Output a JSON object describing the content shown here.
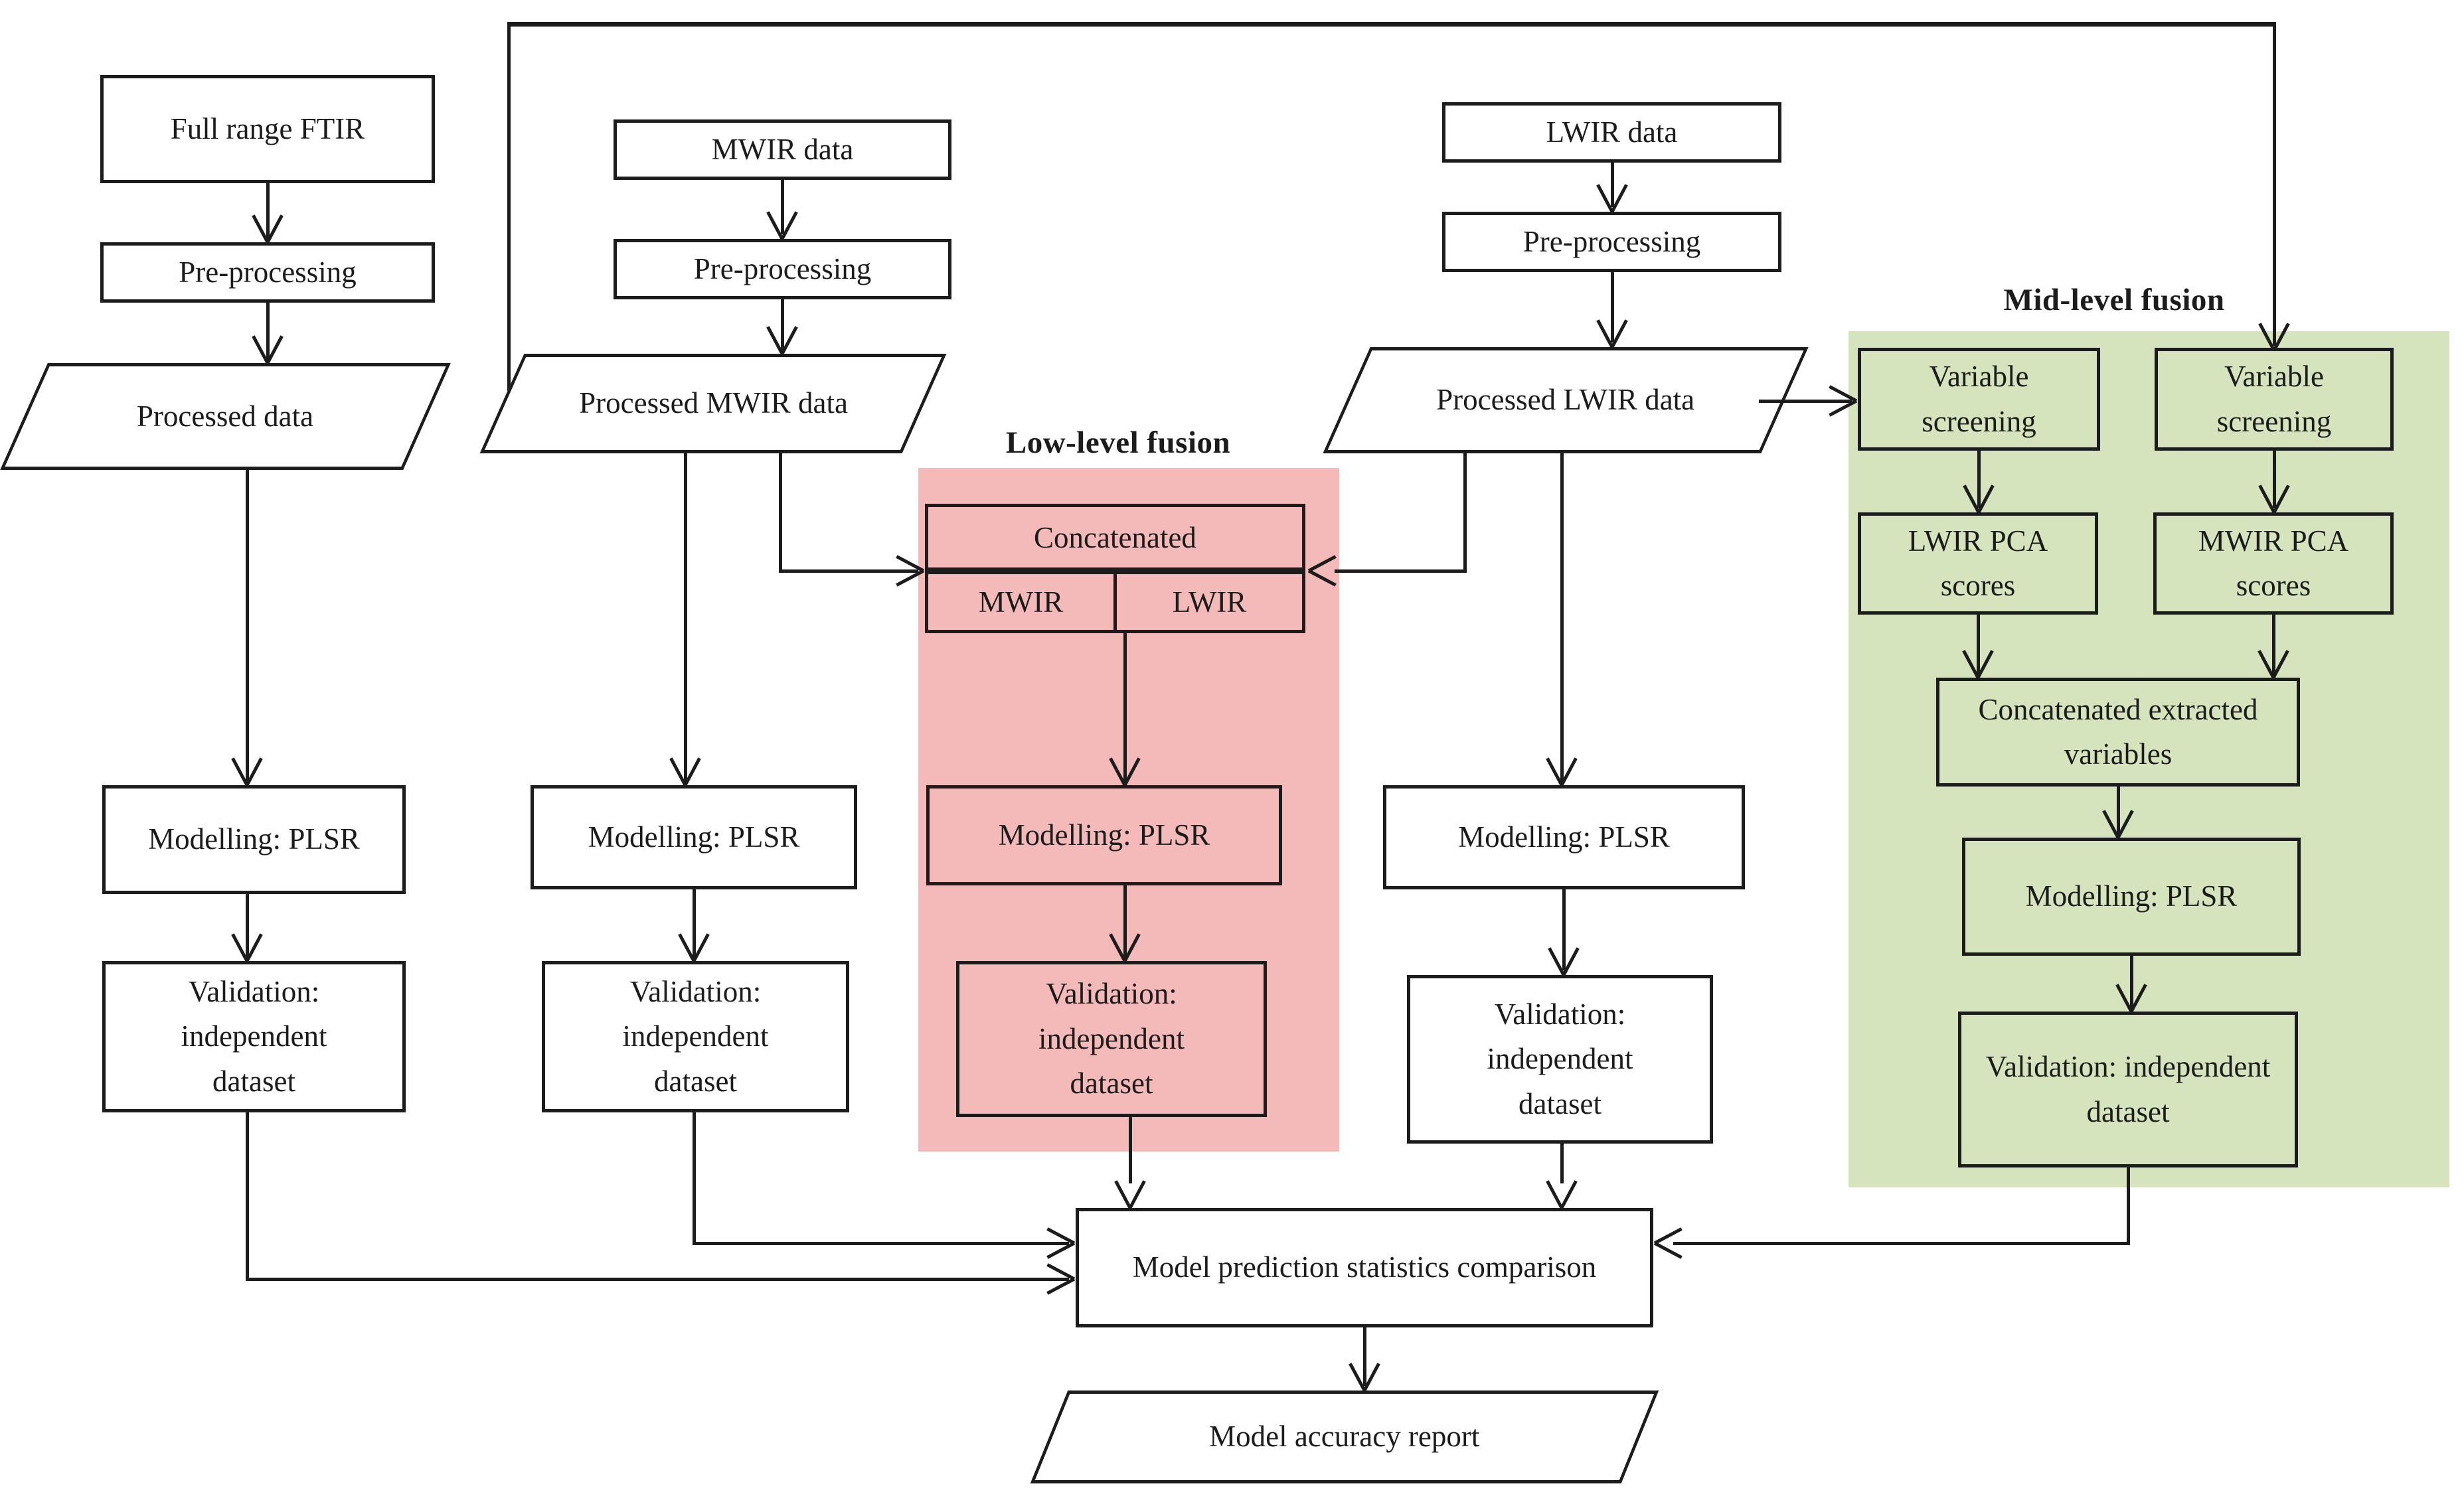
{
  "colors": {
    "ink": "#1c1c1c",
    "low_level_fusion_bg": "#f4bab9",
    "mid_level_fusion_bg": "#d5e4bd"
  },
  "ftir": {
    "source": "Full range FTIR",
    "preprocessing": "Pre-processing",
    "processed": "Processed data",
    "modelling": "Modelling: PLSR",
    "validation": "Validation: independent dataset"
  },
  "mwir": {
    "source": "MWIR data",
    "preprocessing": "Pre-processing",
    "processed": "Processed MWIR data",
    "modelling": "Modelling: PLSR",
    "validation": "Validation: independent dataset"
  },
  "lwir": {
    "source": "LWIR data",
    "preprocessing": "Pre-processing",
    "processed": "Processed LWIR data",
    "modelling": "Modelling: PLSR",
    "validation": "Validation: independent dataset"
  },
  "low_level_fusion": {
    "label": "Low-level fusion",
    "concatenated_header": "Concatenated",
    "cell_mwir": "MWIR",
    "cell_lwir": "LWIR",
    "modelling": "Modelling: PLSR",
    "validation": "Validation: independent dataset"
  },
  "mid_level_fusion": {
    "label": "Mid-level fusion",
    "variable_screening_left": "Variable screening",
    "variable_screening_right": "Variable screening",
    "lwir_pca": "LWIR PCA scores",
    "mwir_pca": "MWIR PCA scores",
    "concatenated_variables": "Concatenated extracted variables",
    "modelling": "Modelling: PLSR",
    "validation": "Validation: independent dataset"
  },
  "output": {
    "comparison": "Model prediction statistics comparison",
    "report": "Model accuracy report"
  }
}
